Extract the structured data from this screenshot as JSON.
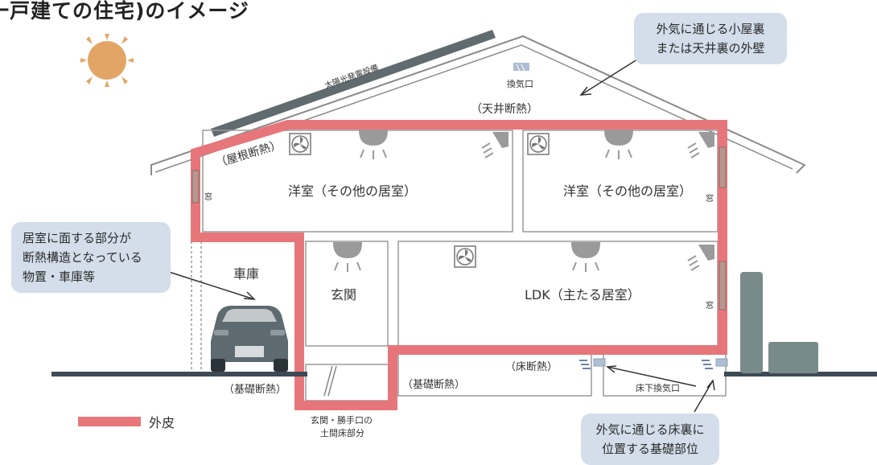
{
  "title": "一戸建ての住宅)のイメージ",
  "callouts": {
    "attic_wall": [
      "外気に通じる小屋裏",
      "または天井裏の外壁"
    ],
    "garage_storage": [
      "居室に面する部分が",
      "断熱構造となっている",
      "物置・車庫等"
    ],
    "under_floor": [
      "外気に通じる床裏に",
      "位置する基礎部位"
    ]
  },
  "labels": {
    "solar": "太陽光発電設備",
    "vent_attic": "換気口",
    "ceiling_insulation": "（天井断熱）",
    "roof_insulation": "（屋根断熱）",
    "room_left": "洋室（その他の居室）",
    "room_right": "洋室（その他の居室）",
    "window_left": "窓",
    "window_right": "窓",
    "window_ldk": "窓",
    "garage": "車庫",
    "entrance": "玄関",
    "ldk": "LDK（主たる居室）",
    "floor_insulation": "（床断熱）",
    "foundation_insulation_left": "（基礎断熱）",
    "foundation_insulation_mid": "（基礎断熱）",
    "underfloor_vent": "床下換気口",
    "entrance_floor_line1": "玄関・勝手口の",
    "entrance_floor_line2": "土間床部分"
  },
  "legend": {
    "label": "外皮",
    "color": "#e6767a"
  },
  "colors": {
    "envelope": "#e6767a",
    "callout_bg": "#d3deea",
    "sun": "#e3a566",
    "ground": "#3d4a55",
    "car": "#5d6a6f"
  }
}
